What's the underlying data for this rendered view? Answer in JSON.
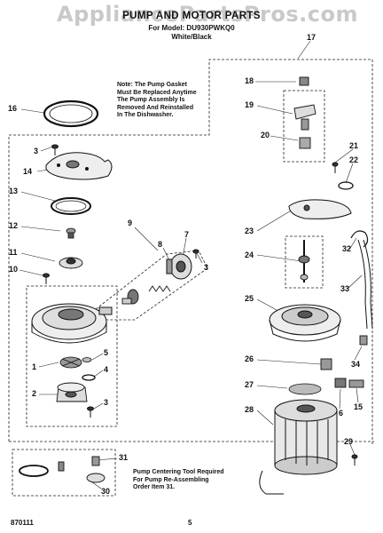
{
  "watermark": "AppliancePartsPros.com",
  "header": {
    "title": "PUMP AND MOTOR PARTS",
    "model_line": "For Model: DU930PWKQ0",
    "color_line": "White/Black"
  },
  "notes": {
    "gasket_note": "Note: The Pump Gasket\nMust Be Replaced Anytime\nThe Pump Assembly Is\nRemoved And Reinstalled\nIn The Dishwasher.",
    "centering_tool_note": "Pump Centering Tool Required\nFor Pump Re-Assembling\nOrder Item 31."
  },
  "footer": {
    "doc_code": "870111",
    "page_number": "5"
  },
  "callouts": {
    "c1": "1",
    "c2": "2",
    "c3a": "3",
    "c3b": "3",
    "c3c": "3",
    "c4": "4",
    "c5": "5",
    "c6": "6",
    "c7": "7",
    "c8": "8",
    "c9": "9",
    "c10": "10",
    "c11": "11",
    "c12": "12",
    "c13": "13",
    "c14": "14",
    "c15": "15",
    "c16": "16",
    "c17": "17",
    "c18": "18",
    "c19": "19",
    "c20": "20",
    "c21": "21",
    "c22": "22",
    "c23": "23",
    "c24": "24",
    "c25": "25",
    "c26": "26",
    "c27": "27",
    "c28": "28",
    "c29": "29",
    "c30": "30",
    "c31": "31",
    "c32": "32",
    "c33": "33",
    "c34": "34"
  }
}
